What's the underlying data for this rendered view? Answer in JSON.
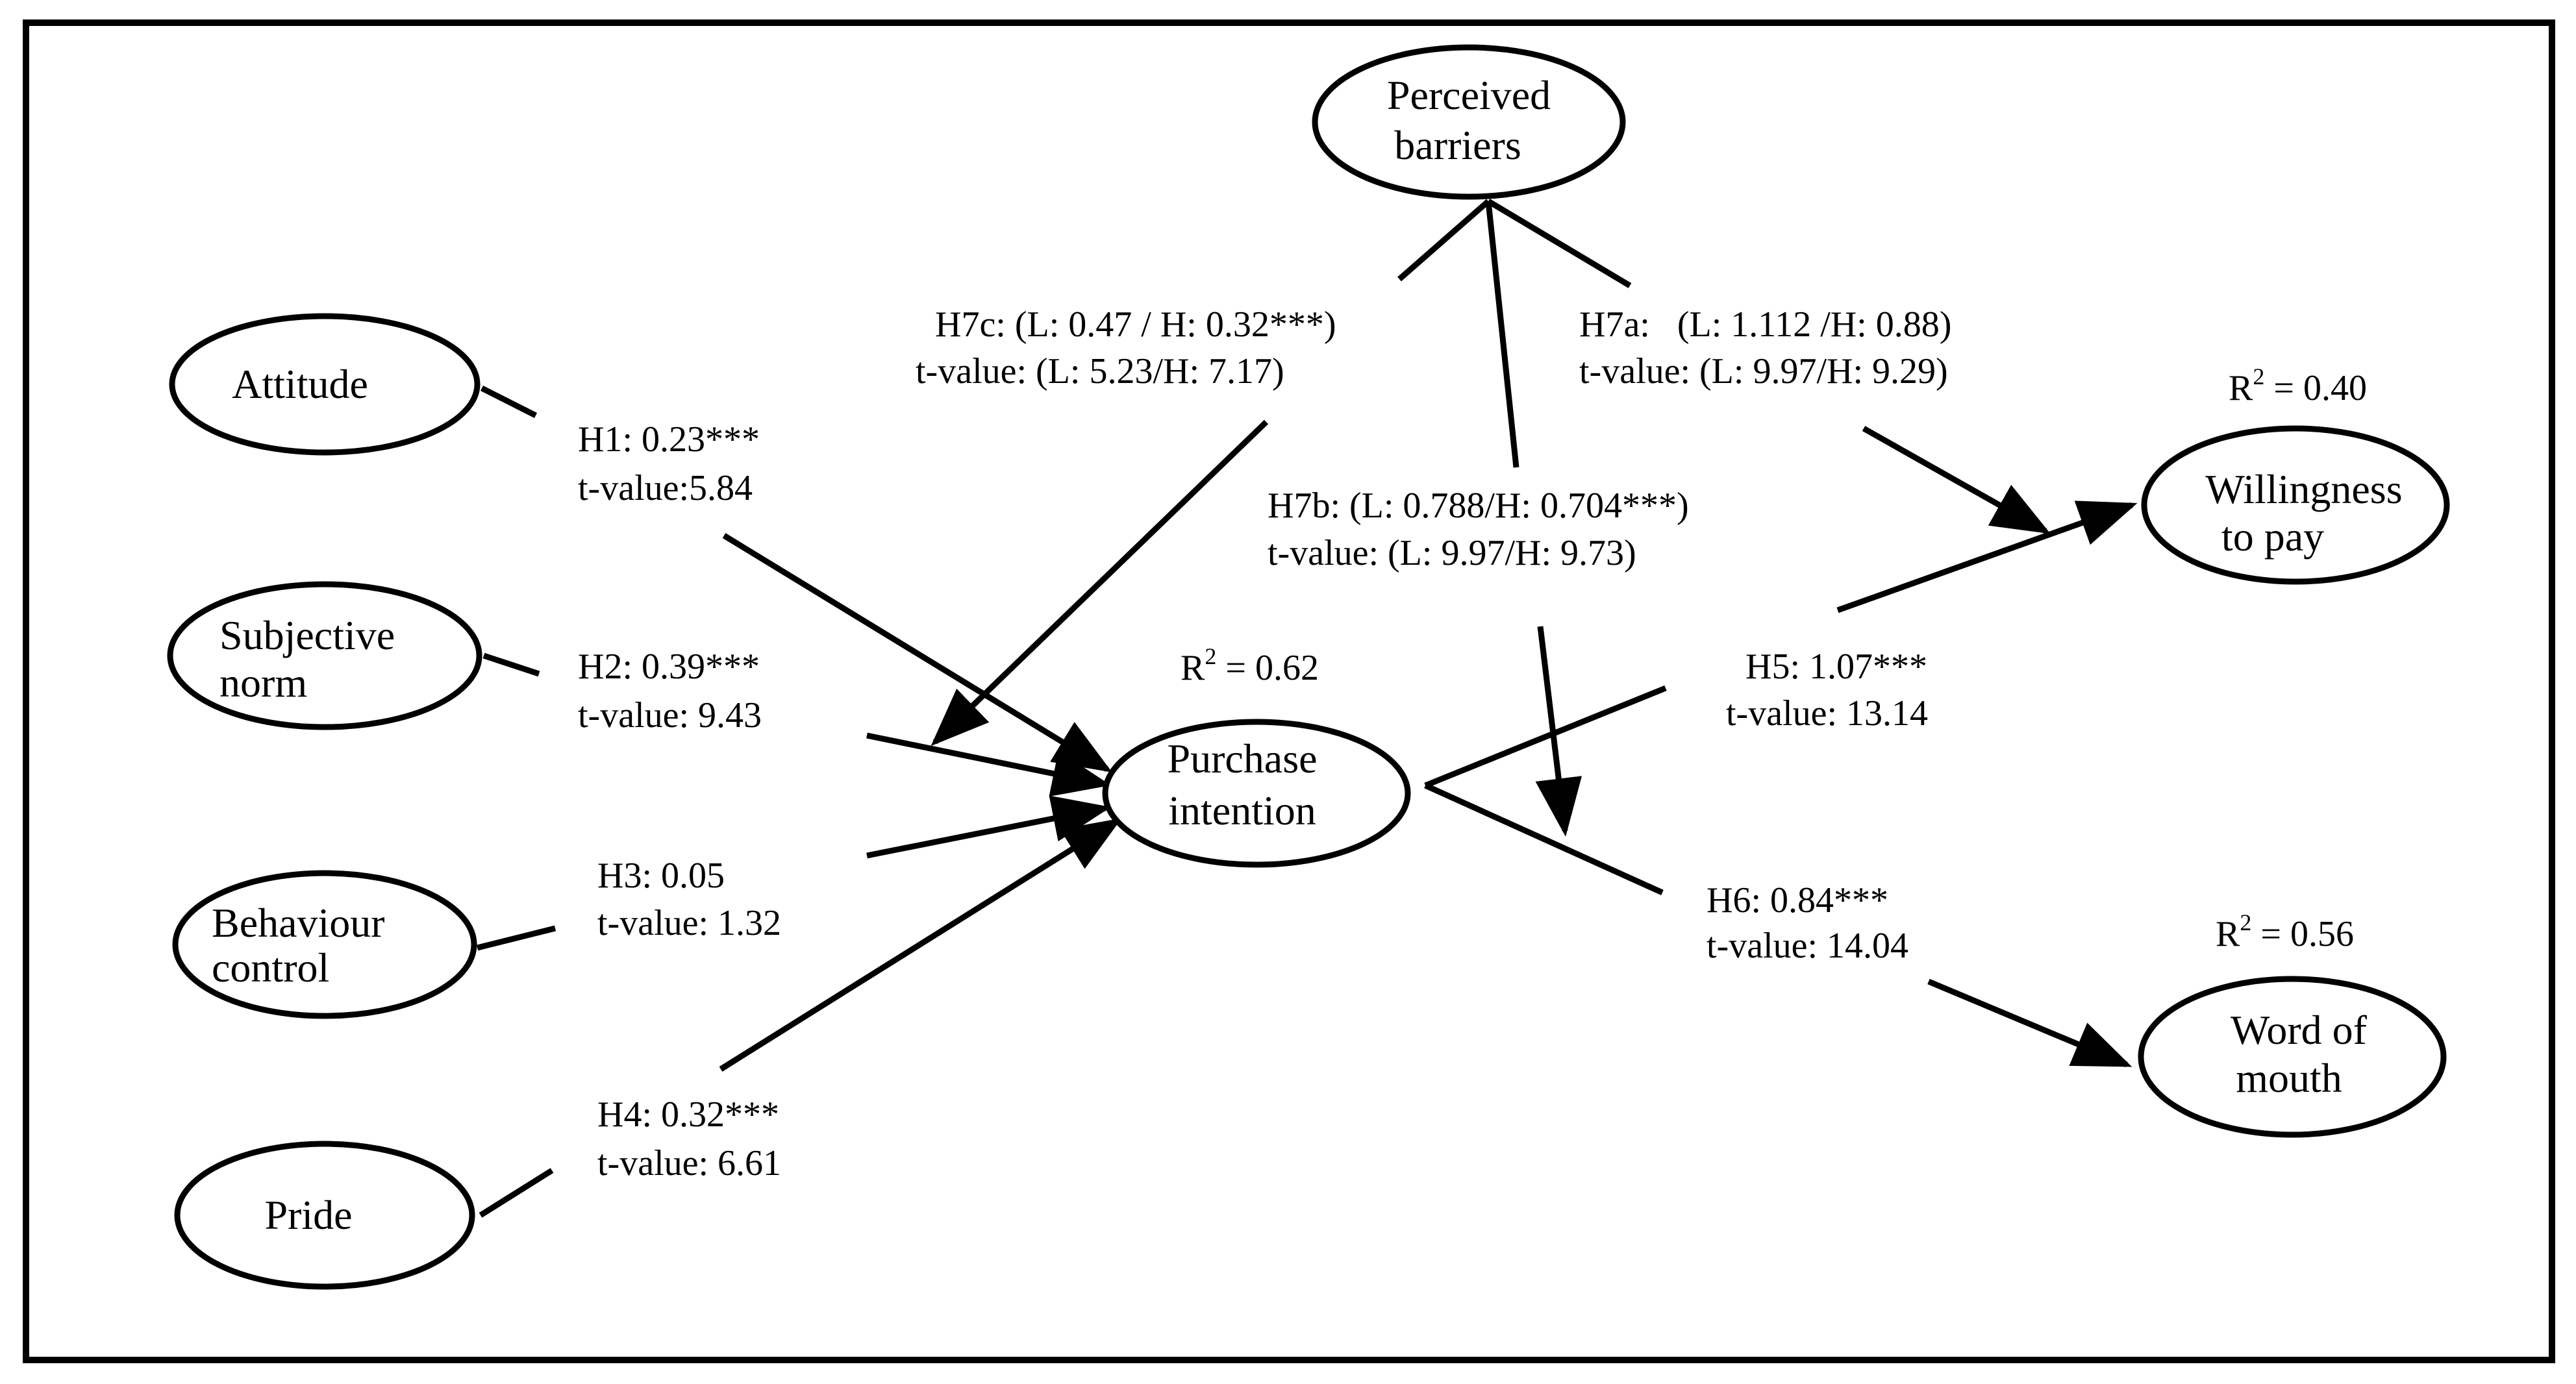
{
  "nodes": {
    "attitude": [
      "Attitude"
    ],
    "subjective_norm": [
      "Subjective",
      "norm"
    ],
    "behaviour_control": [
      "Behaviour",
      "control"
    ],
    "pride": [
      "Pride"
    ],
    "purchase_intention": [
      "Purchase",
      "intention"
    ],
    "perceived_barriers": [
      "Perceived",
      "barriers"
    ],
    "willingness": [
      "Willingness",
      "to pay"
    ],
    "word_of_mouth": [
      "Word of",
      "mouth"
    ]
  },
  "r_squared": {
    "purchase_intention": {
      "base": "R",
      "exp": "2",
      "value": " = 0.62"
    },
    "willingness": {
      "base": "R",
      "exp": "2",
      "value": " = 0.40"
    },
    "word_of_mouth": {
      "base": "R",
      "exp": "2",
      "value": " = 0.56"
    }
  },
  "paths": {
    "h1": [
      "H1: 0.23***",
      "t-value:5.84"
    ],
    "h2": [
      "H2: 0.39***",
      "t-value: 9.43"
    ],
    "h3": [
      "H3: 0.05",
      "t-value: 1.32"
    ],
    "h4": [
      "H4: 0.32***",
      "t-value: 6.61"
    ],
    "h5": [
      "H5: 1.07***",
      "t-value: 13.14"
    ],
    "h6": [
      "H6: 0.84***",
      "t-value: 14.04"
    ],
    "h7a": [
      "H7a:   (L: 1.112 /H: 0.88)",
      "t-value: (L: 9.97/H: 9.29)"
    ],
    "h7b": [
      "H7b: (L: 0.788/H: 0.704***)",
      "t-value: (L: 9.97/H: 9.73)"
    ],
    "h7c": [
      "H7c: (L: 0.47 / H: 0.32***)",
      "t-value: (L: 5.23/H: 7.17)"
    ]
  }
}
